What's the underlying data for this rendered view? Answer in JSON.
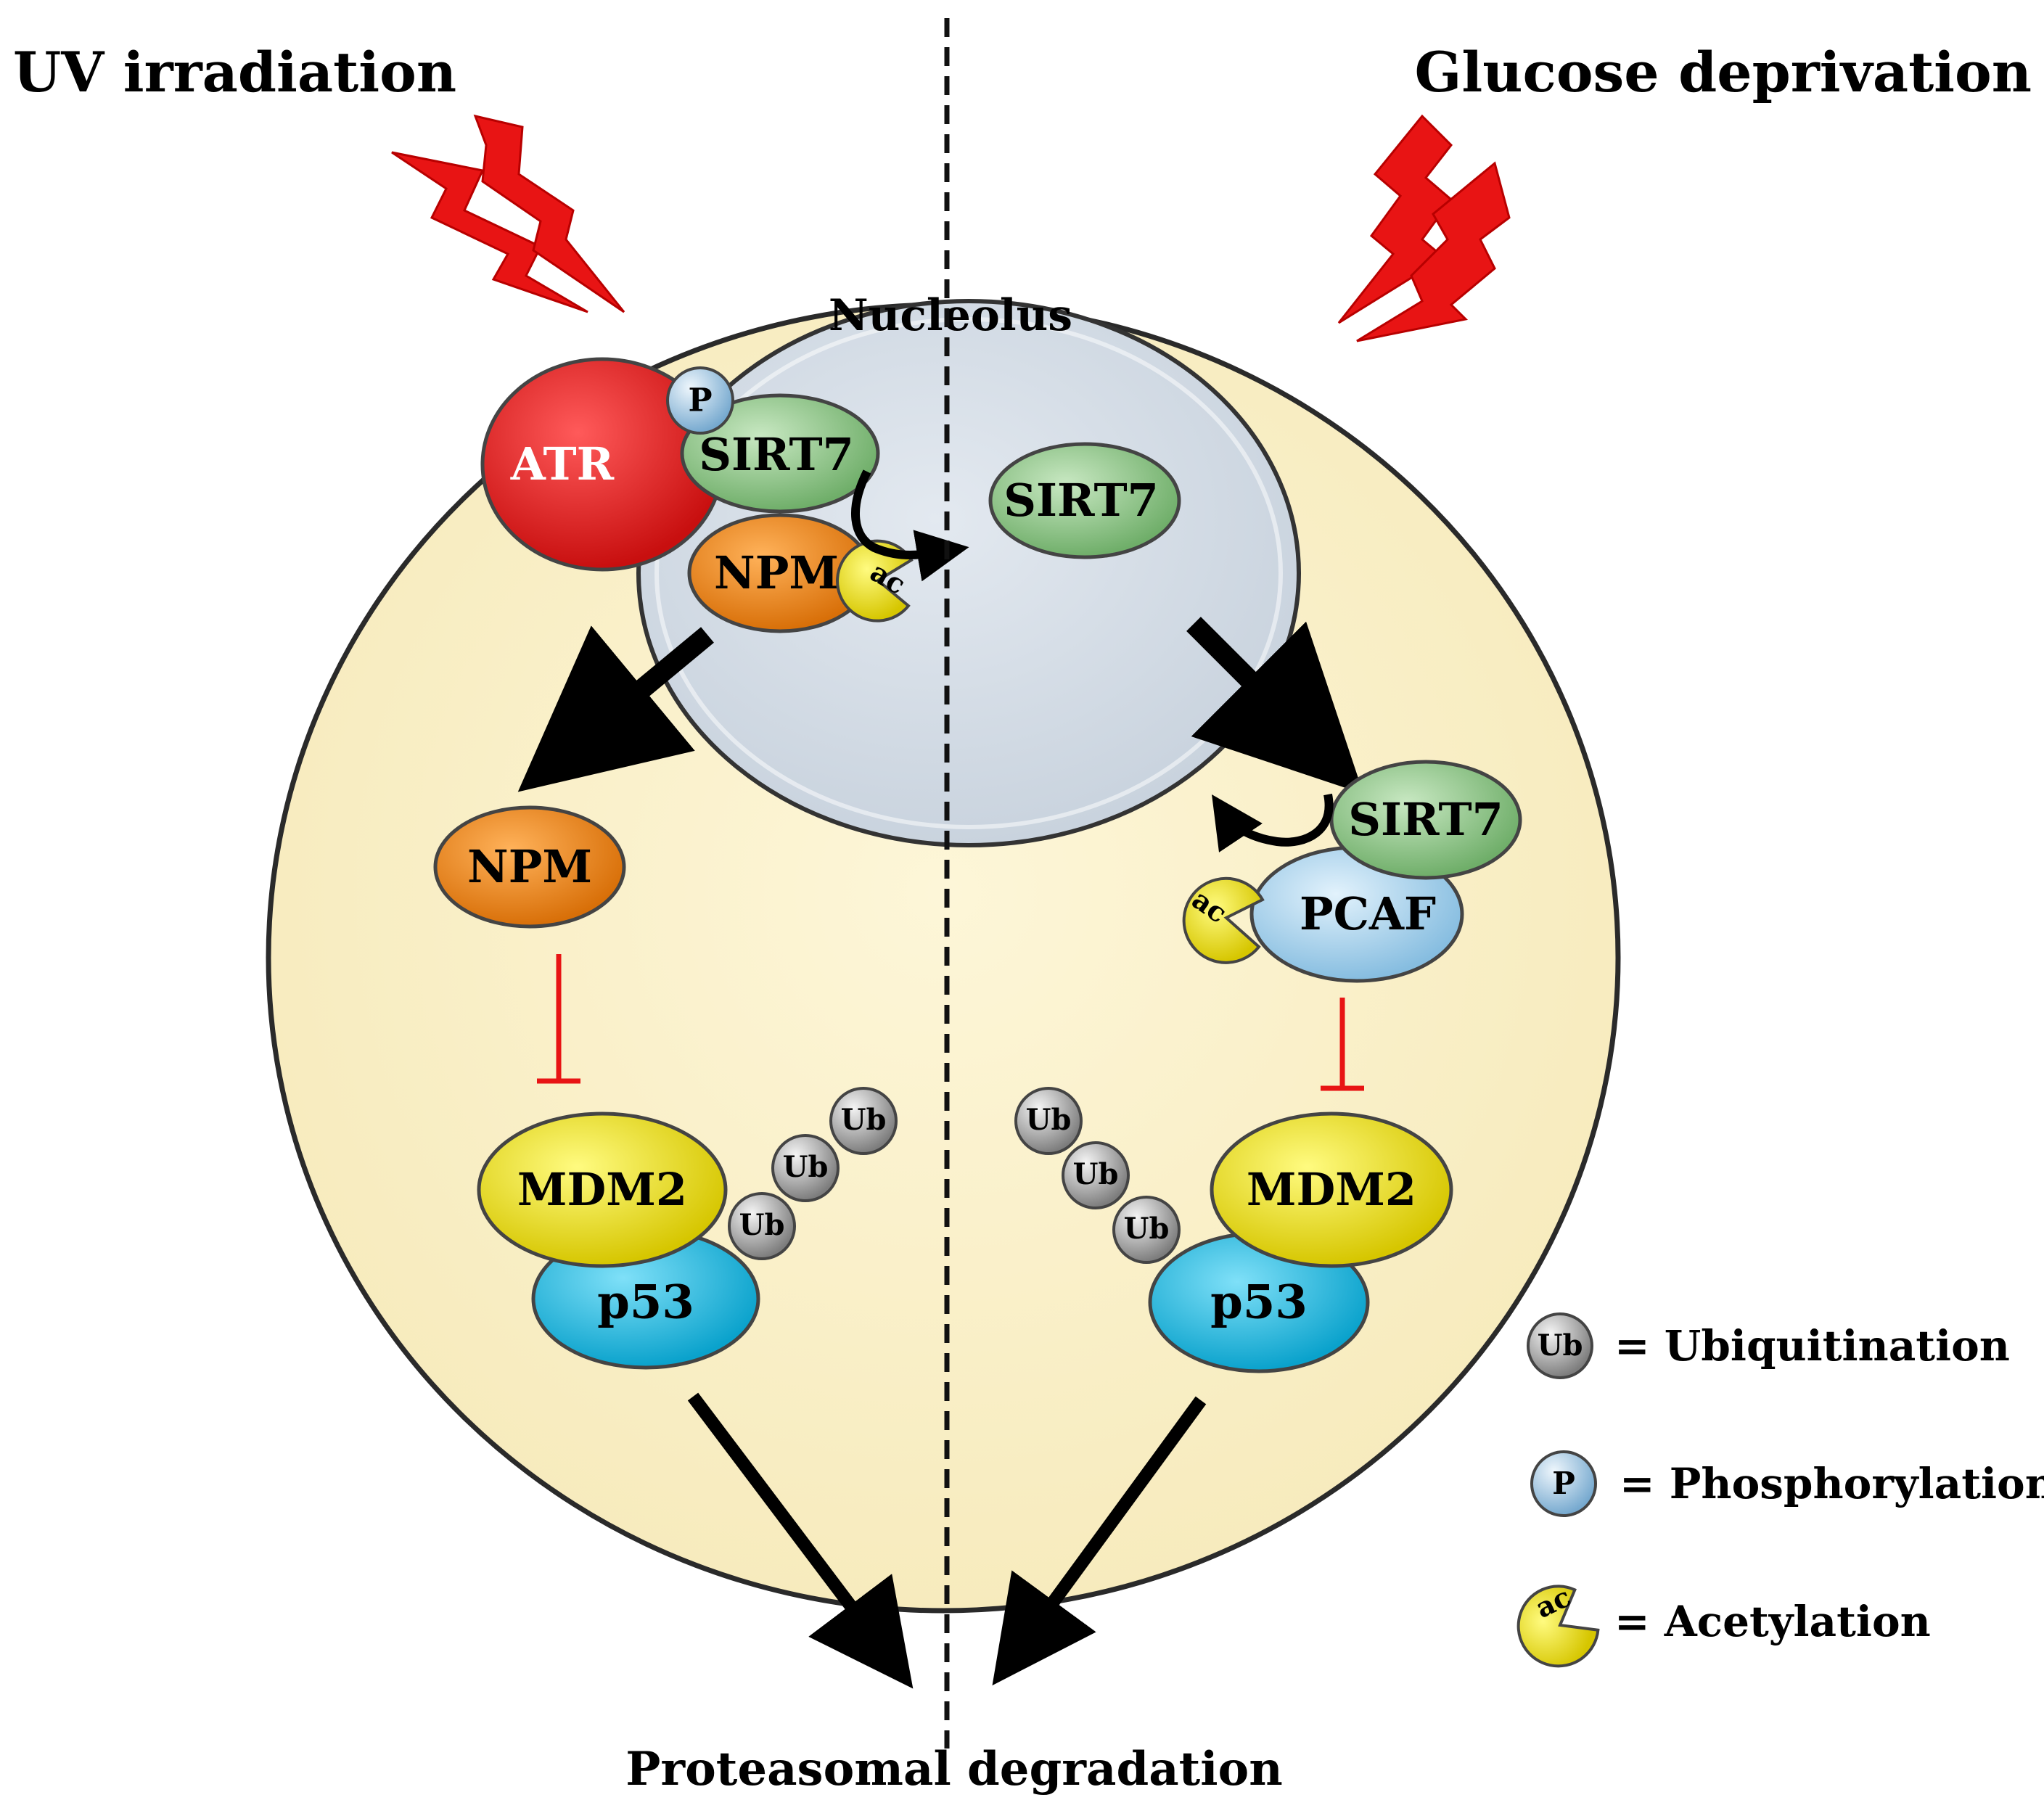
{
  "titles": {
    "left": "UV irradiation",
    "right": "Glucose deprivation",
    "bottom": "Proteasomal degradation"
  },
  "compartments": {
    "nucleolus": "Nucleolus"
  },
  "proteins": {
    "atr": "ATR",
    "sirt7_left": "SIRT7",
    "sirt7_center": "SIRT7",
    "sirt7_right": "SIRT7",
    "npm_nucleolus": "NPM",
    "npm_cytoplasm": "NPM",
    "pcaf": "PCAF",
    "mdm2_left": "MDM2",
    "mdm2_right": "MDM2",
    "p53_left": "p53",
    "p53_right": "p53"
  },
  "modifications": {
    "phospho": "P",
    "acetyl": "ac",
    "ubiquitin": "Ub"
  },
  "legend": [
    {
      "symbol": "Ub",
      "label": "= Ubiquitination"
    },
    {
      "symbol": "P",
      "label": "= Phosphorylation"
    },
    {
      "symbol": "ac",
      "label": "= Acetylation"
    }
  ],
  "colors": {
    "cell": "#fbf2cc",
    "nucleolus": "#d7dfe8",
    "atr": "#e61e1e",
    "sirt7": "#8fc98a",
    "npm": "#f28c1c",
    "pcaf": "#a9d3ee",
    "mdm2": "#f2e600",
    "p53": "#1fbfe6",
    "ubiquitin": "#b0b0b0",
    "phospho": "#9fc9e6",
    "acetyl": "#e8de10",
    "lightning": "#e81414",
    "inhibition": "#e81414"
  }
}
